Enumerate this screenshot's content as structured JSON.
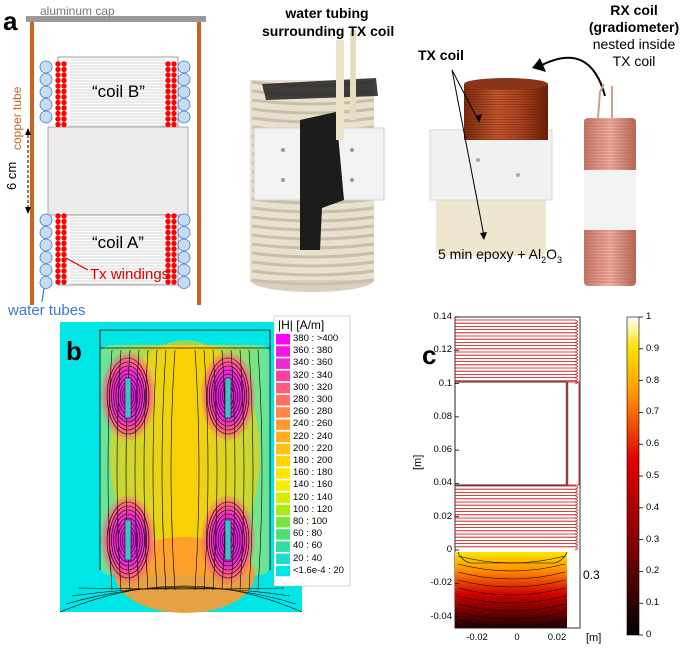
{
  "panel_a": {
    "letter": "a",
    "aluminum_cap": "aluminum cap",
    "copper_tube": "copper tube",
    "coil_b": "“coil B”",
    "coil_a": "“coil A”",
    "gap": "6 cm",
    "tx_windings": "Tx windings",
    "water_tubes": "water tubes"
  },
  "photo_1": {
    "line1": "water tubing",
    "line2": "surrounding TX coil"
  },
  "photo_2": {
    "tx_coil": "TX coil",
    "epoxy": "5 min epoxy + Al",
    "epoxy_sub": "2",
    "epoxy_tail": "O",
    "epoxy_sub2": "3"
  },
  "photo_3": {
    "line1": "RX coil",
    "line2": "(gradiometer)",
    "line3": "nested inside",
    "line4": "TX coil"
  },
  "panel_b": {
    "letter": "b",
    "legend_title": "|H| [A/m]",
    "legend": [
      {
        "label": "380 : >400",
        "color": "#ff00ff"
      },
      {
        "label": "360 : 380",
        "color": "#f216e8"
      },
      {
        "label": "340 : 360",
        "color": "#e82ed0"
      },
      {
        "label": "320 : 340",
        "color": "#ff3fa0"
      },
      {
        "label": "300 : 320",
        "color": "#ff5a80"
      },
      {
        "label": "280 : 300",
        "color": "#ff7060"
      },
      {
        "label": "260 : 280",
        "color": "#ff8848"
      },
      {
        "label": "240 : 260",
        "color": "#ff9a30"
      },
      {
        "label": "220 : 240",
        "color": "#ffae20"
      },
      {
        "label": "200 : 220",
        "color": "#ffc010"
      },
      {
        "label": "180 : 200",
        "color": "#ffd400"
      },
      {
        "label": "160 : 180",
        "color": "#ffe600"
      },
      {
        "label": "140 : 160",
        "color": "#f6f000"
      },
      {
        "label": "120 : 140",
        "color": "#d4f000"
      },
      {
        "label": "100 : 120",
        "color": "#a8ec10"
      },
      {
        "label": "80 : 100",
        "color": "#78e640"
      },
      {
        "label": "60 : 80",
        "color": "#4ce070"
      },
      {
        "label": "40 : 60",
        "color": "#30dca0"
      },
      {
        "label": "20 : 40",
        "color": "#20dccc"
      },
      {
        "label": "<1.6e-4 : 20",
        "color": "#00e6e6"
      }
    ]
  },
  "panel_c": {
    "letter": "c",
    "ylabel": "[m]",
    "xlabel": "[m]",
    "contour_label": "0.3",
    "yticks": [
      "0.14",
      "0.12",
      "0.1",
      "0.08",
      "0.06",
      "0.04",
      "0.02",
      "0",
      "-0.02",
      "-0.04"
    ],
    "xticks": [
      "-0.02",
      "0",
      "0.02"
    ],
    "cbar_ticks": [
      "1",
      "0.9",
      "0.8",
      "0.7",
      "0.6",
      "0.5",
      "0.4",
      "0.3",
      "0.2",
      "0.1",
      "0"
    ]
  }
}
